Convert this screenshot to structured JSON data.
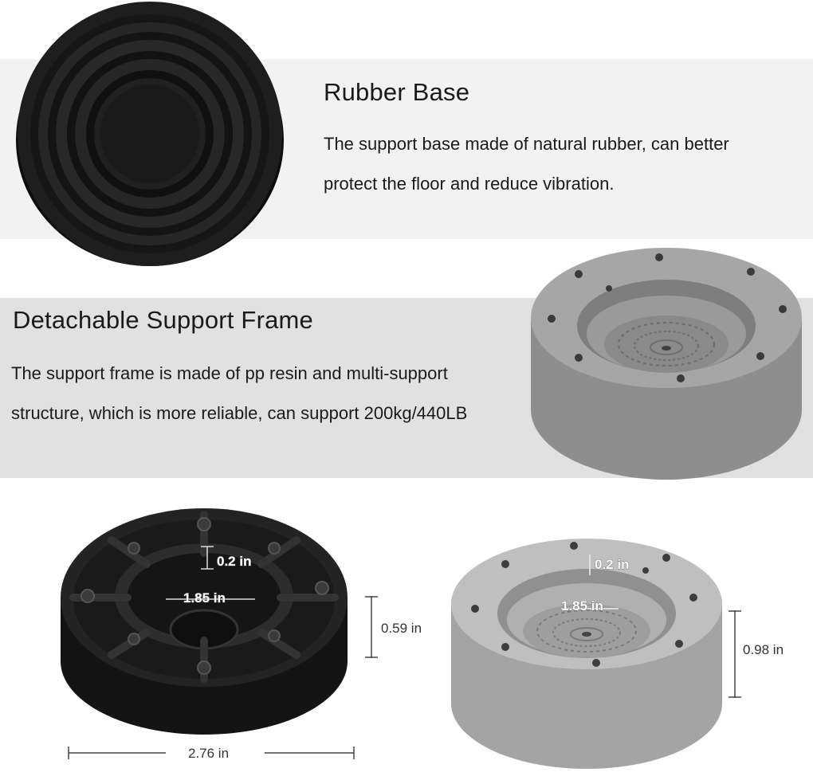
{
  "section_rubber": {
    "title": "Rubber Base",
    "description_line1": "The support base made of natural rubber, can better",
    "description_line2": "protect the floor and reduce vibration."
  },
  "section_frame": {
    "title": "Detachable Support Frame",
    "description_line1": "The support frame is made of pp resin and multi-support",
    "description_line2": "structure, which is more reliable, can support 200kg/440LB"
  },
  "dimensions": {
    "black_inner_depth": "0.2 in",
    "black_inner_diameter": "1.85 in",
    "black_height": "0.59 in",
    "black_width": "2.76 in",
    "grey_inner_depth": "0.2 in",
    "grey_inner_diameter": "1.85 in",
    "grey_height": "0.98 in"
  },
  "colors": {
    "band_light": "#f2f2f2",
    "band_dark": "#e1e1e1",
    "rubber_black": "#1c1c1c",
    "frame_grey": "#9a9a9a"
  }
}
